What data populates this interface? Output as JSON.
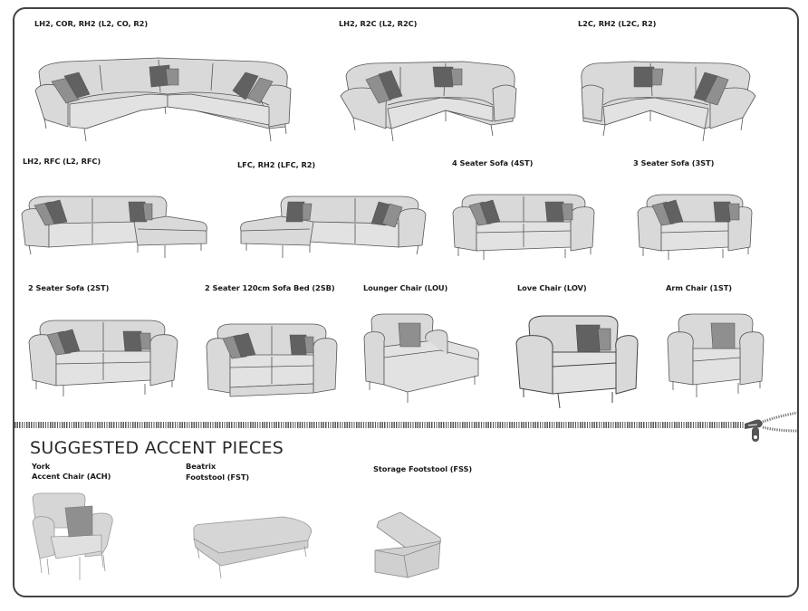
{
  "colors": {
    "frame": "#444444",
    "fabric": "#d9d9d9",
    "outline": "#555555",
    "cushion_dark": "#616161",
    "cushion_light": "#8f8f8f"
  },
  "sections": {
    "configurations": [
      {
        "id": "lh2-cor-rh2",
        "label": "LH2, COR, RH2 (L2, CO, R2)",
        "shape": "corner-large"
      },
      {
        "id": "lh2-r2c",
        "label": "LH2, R2C (L2, R2C)",
        "shape": "corner-right"
      },
      {
        "id": "l2c-rh2",
        "label": "L2C, RH2 (L2C, R2)",
        "shape": "corner-left"
      },
      {
        "id": "lh2-rfc",
        "label": "LH2, RFC (L2, RFC)",
        "shape": "chaise-right"
      },
      {
        "id": "lfc-rh2",
        "label": "LFC, RH2 (LFC, R2)",
        "shape": "chaise-left"
      },
      {
        "id": "4st",
        "label": "4 Seater Sofa (4ST)",
        "shape": "sofa-4"
      },
      {
        "id": "3st",
        "label": "3 Seater Sofa (3ST)",
        "shape": "sofa-3"
      },
      {
        "id": "2st",
        "label": "2 Seater Sofa (2ST)",
        "shape": "sofa-2"
      },
      {
        "id": "2sb",
        "label": "2 Seater 120cm Sofa Bed (2SB)",
        "shape": "sofabed"
      },
      {
        "id": "lou",
        "label": "Lounger Chair (LOU)",
        "shape": "lounger"
      },
      {
        "id": "lov",
        "label": "Love Chair (LOV)",
        "shape": "lovechair"
      },
      {
        "id": "1st",
        "label": "Arm Chair (1ST)",
        "shape": "armchair"
      }
    ],
    "accent": {
      "heading": "SUGGESTED ACCENT PIECES",
      "items": [
        {
          "id": "ach",
          "label_line1": "York",
          "label_line2": "Accent Chair (ACH)",
          "shape": "accent-chair"
        },
        {
          "id": "fst",
          "label_line1": "Beatrix",
          "label_line2": "Footstool (FST)",
          "shape": "footstool"
        },
        {
          "id": "fss",
          "label_line1": "Storage Footstool (FSS)",
          "label_line2": "",
          "shape": "storage-footstool"
        }
      ]
    }
  },
  "divider": {
    "icon": "zipper-icon"
  }
}
